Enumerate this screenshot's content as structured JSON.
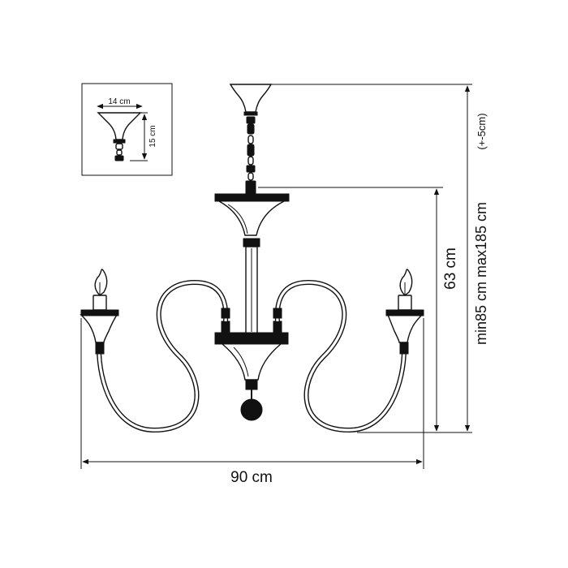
{
  "dimensions": {
    "width": "90 cm",
    "height": "63 cm",
    "total_height": "min85 cm max185 cm",
    "total_height_tolerance": "(+-5cm)"
  },
  "inset": {
    "canopy_width": "14 cm",
    "canopy_height": "15 cm"
  }
}
